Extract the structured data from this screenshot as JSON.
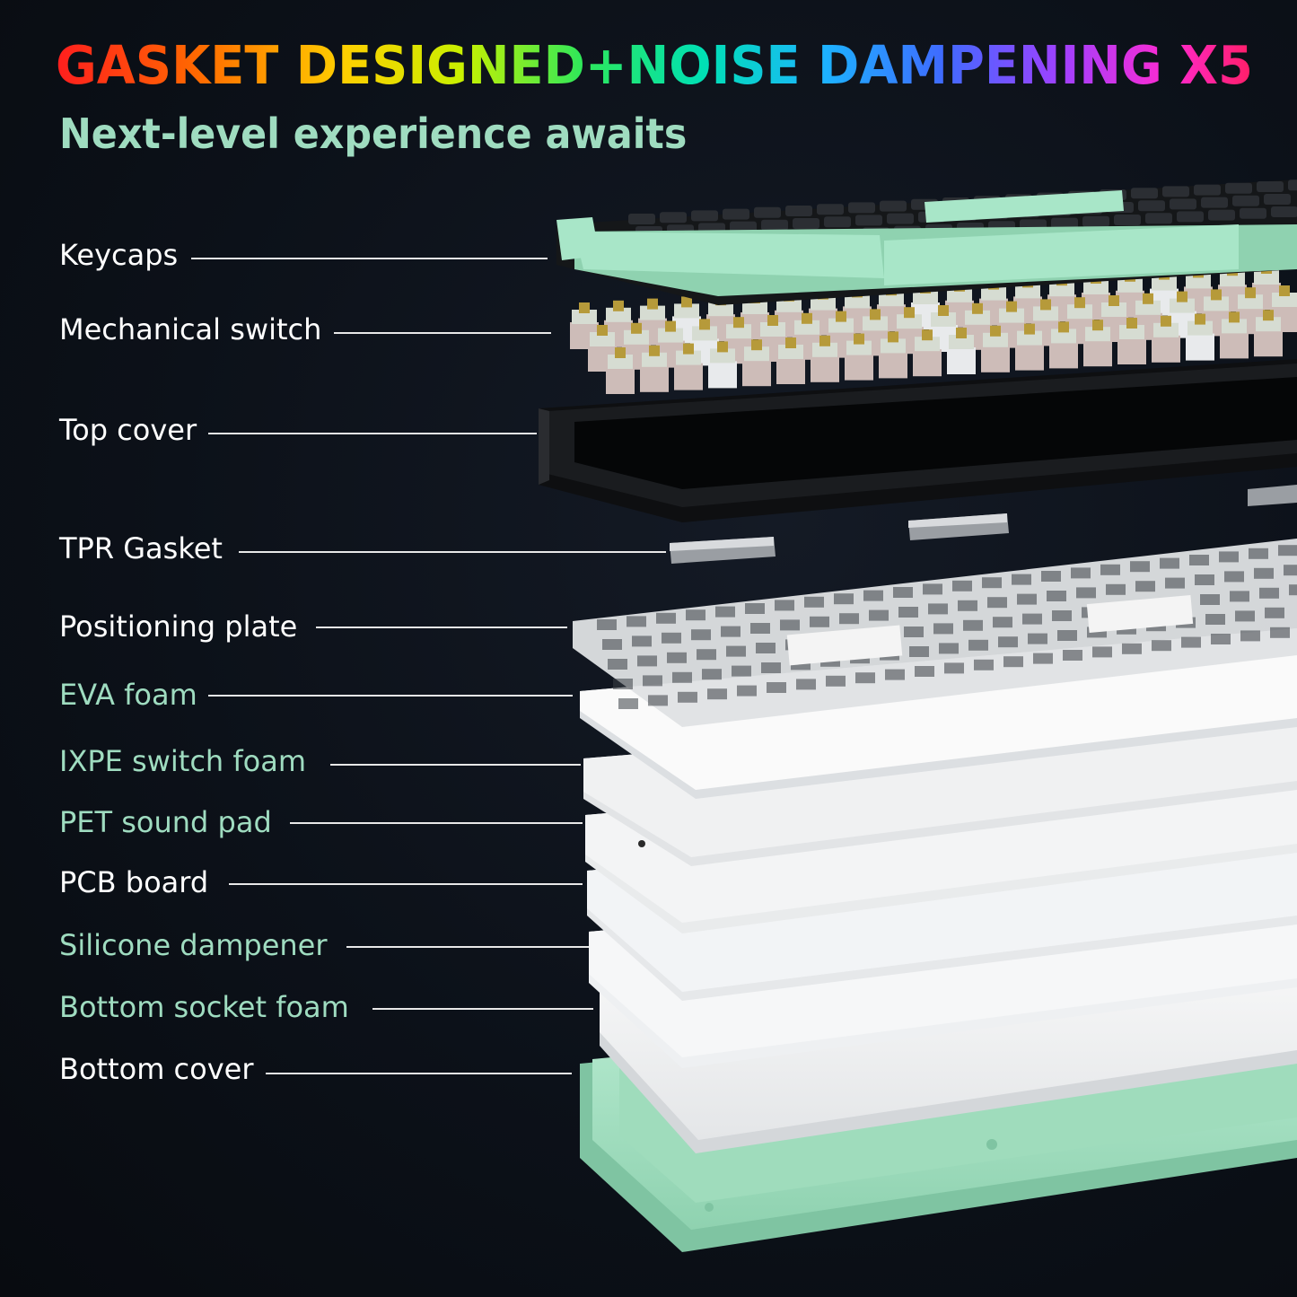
{
  "header": {
    "title": "GASKET DESIGNED+NOISE DAMPENING X5",
    "subtitle": "Next-level experience awaits"
  },
  "colors": {
    "label_white": "#ffffff",
    "label_mint": "#9fdcc0",
    "keycap_mint": "#a8e6c8",
    "keycap_black": "#222428",
    "bottom_cover": "#a6e2c0"
  },
  "layers": [
    {
      "label": "Keycaps",
      "tone": "white"
    },
    {
      "label": "Mechanical switch",
      "tone": "white"
    },
    {
      "label": "Top cover",
      "tone": "white"
    },
    {
      "label": "TPR Gasket",
      "tone": "white"
    },
    {
      "label": "Positioning plate",
      "tone": "white"
    },
    {
      "label": "EVA foam",
      "tone": "mint"
    },
    {
      "label": "IXPE switch foam",
      "tone": "mint"
    },
    {
      "label": "PET sound pad",
      "tone": "mint"
    },
    {
      "label": "PCB board",
      "tone": "white"
    },
    {
      "label": "Silicone dampener",
      "tone": "mint"
    },
    {
      "label": "Bottom socket foam",
      "tone": "mint"
    },
    {
      "label": "Bottom cover",
      "tone": "white"
    }
  ]
}
